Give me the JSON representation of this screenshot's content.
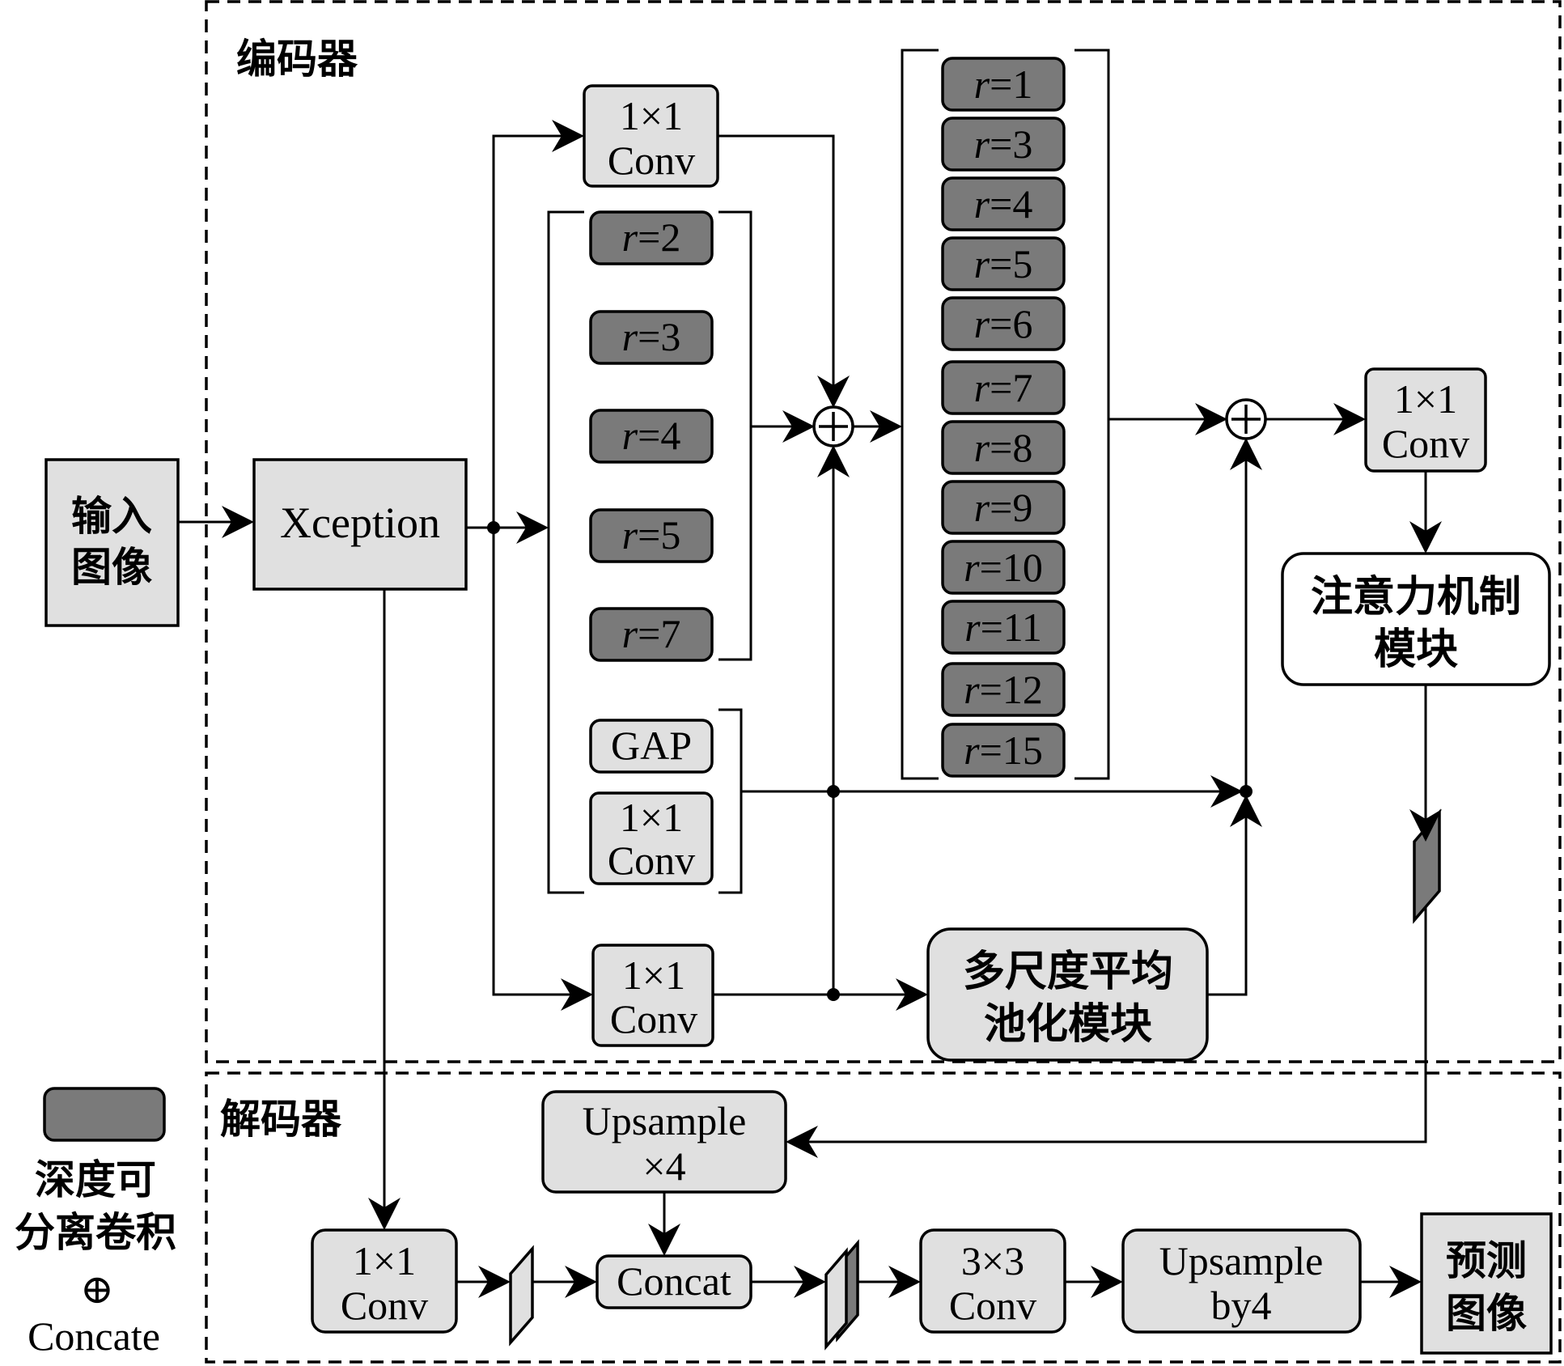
{
  "encoder_label": "编码器",
  "decoder_label": "解码器",
  "input": [
    "输入",
    "图像"
  ],
  "xception": "Xception",
  "conv1x1": [
    "1×1",
    "Conv"
  ],
  "conv3x3": [
    "3×3",
    "Conv"
  ],
  "rate_prefix": "r",
  "rates_group_a": [
    "=2",
    "=3",
    "=4",
    "=5",
    "=7"
  ],
  "rates_group_b": [
    "=1",
    "=3",
    "=4",
    "=5",
    "=6",
    "=7",
    "=8",
    "=9",
    "=10",
    "=11",
    "=12",
    "=15"
  ],
  "gap": "GAP",
  "attention": [
    "注意力机制",
    "模块"
  ],
  "multiscale_pool": [
    "多尺度平均",
    "池化模块"
  ],
  "upsample_x4": [
    "Upsample",
    "×4"
  ],
  "concat": "Concat",
  "upsample_by4": [
    "Upsample",
    "by4"
  ],
  "output": [
    "预测",
    "图像"
  ],
  "legend": {
    "dsconv": [
      "深度可",
      "分离卷积"
    ],
    "concate_symbol": "⊕",
    "concate": "Concate"
  }
}
